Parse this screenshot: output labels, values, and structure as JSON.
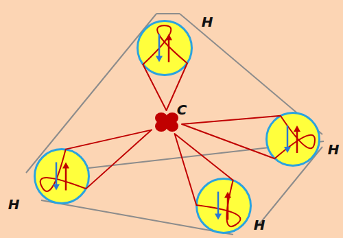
{
  "diagram": {
    "nodes": [
      {
        "text": [
          "H"
        ]
      },
      {
        "text": [
          "C"
        ]
      },
      {
        "text": [
          "H"
        ]
      },
      {
        "text": [
          "H"
        ]
      },
      {
        "text": [
          "H"
        ]
      }
    ],
    "edges": [
      {
        "from": 1,
        "to": 0,
        "arrow": "none"
      },
      {
        "from": 1,
        "to": 2,
        "arrow": "none"
      },
      {
        "from": 1,
        "to": 3,
        "arrow": "none"
      },
      {
        "from": 1,
        "to": 4,
        "arrow": "none"
      }
    ]
  }
}
